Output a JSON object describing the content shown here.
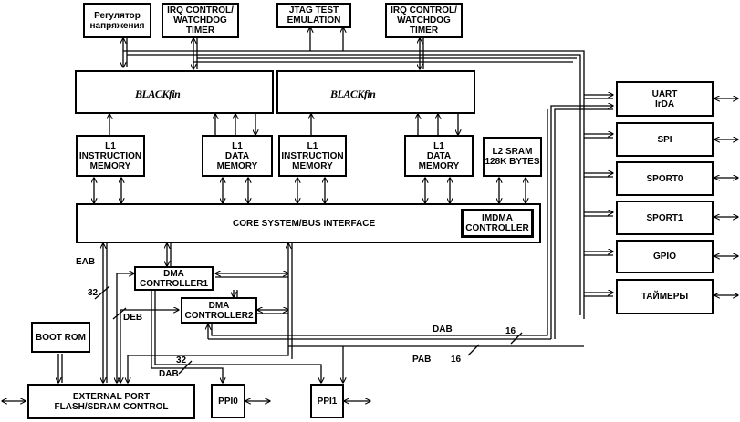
{
  "blocks": {
    "voltage_regulator": "Регулятор\nнапряжения",
    "irq_watchdog_a": "IRQ CONTROL/\nWATCHDOG\nTIMER",
    "jtag": "JTAG TEST\nEMULATION",
    "irq_watchdog_b": "IRQ CONTROL/\nWATCHDOG\nTIMER",
    "core_a_logo": "BLACKfin",
    "core_b_logo": "BLACKfin",
    "l1_instr_a": "L1\nINSTRUCTION\nMEMORY",
    "l1_data_a": "L1\nDATA\nMEMORY",
    "l1_instr_b": "L1\nINSTRUCTION\nMEMORY",
    "l1_data_b": "L1\nDATA\nMEMORY",
    "l2_sram": "L2 SRAM\n128K BYTES",
    "core_bus": "CORE SYSTEM/BUS INTERFACE",
    "imdma": "IMDMA\nCONTROLLER",
    "dma1": "DMA\nCONTROLLER1",
    "dma2": "DMA\nCONTROLLER2",
    "boot_rom": "BOOT ROM",
    "external_port": "EXTERNAL PORT\nFLASH/SDRAM CONTROL",
    "ppi0": "PPI0",
    "ppi1": "PPI1",
    "uart": "UART\nIrDA",
    "spi": "SPI",
    "sport0": "SPORT0",
    "sport1": "SPORT1",
    "gpio": "GPIO",
    "timers": "ТАЙМЕРЫ"
  },
  "bus_labels": {
    "eab": "EAB",
    "deb": "DEB",
    "dab_right": "DAB",
    "dab_left": "DAB",
    "pab": "PAB",
    "w32_a": "32",
    "w32_b": "32",
    "w16_a": "16",
    "w16_b": "16"
  }
}
